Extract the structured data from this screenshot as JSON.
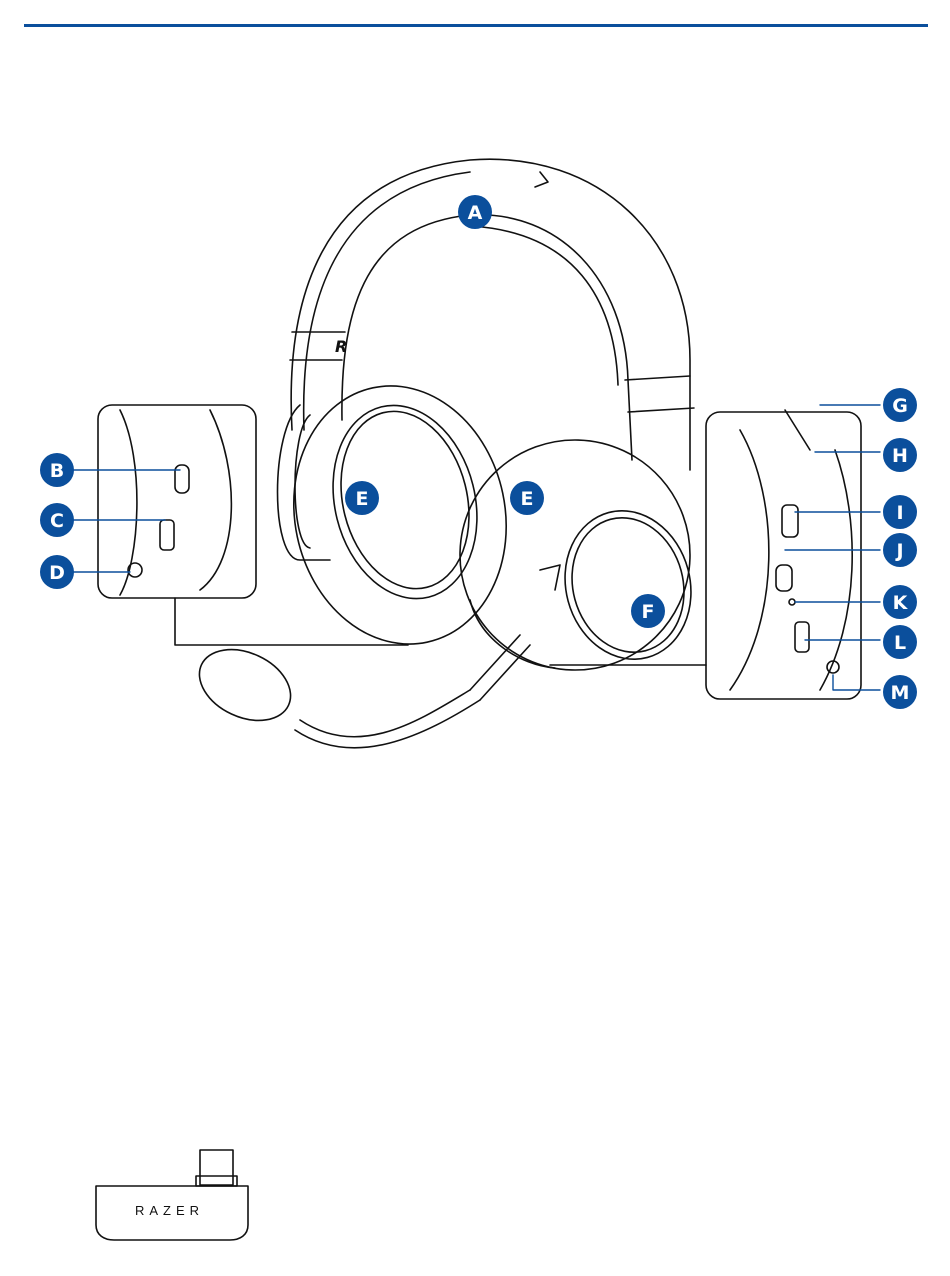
{
  "colors": {
    "accent": "#0b4f9c",
    "line": "#111111"
  },
  "callouts": {
    "A": "A",
    "B": "B",
    "C": "C",
    "D": "D",
    "E": "E",
    "F": "F",
    "G": "G",
    "H": "H",
    "I": "I",
    "J": "J",
    "K": "K",
    "L": "L",
    "M": "M"
  },
  "headband_letter": "R",
  "dongle_logo": "RAZER"
}
